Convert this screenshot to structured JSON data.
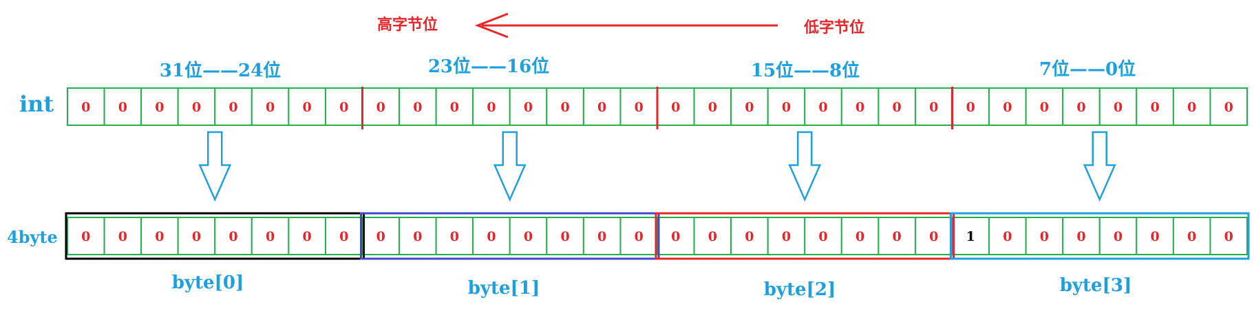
{
  "top": {
    "high_label": "高字节位",
    "low_label": "低字节位"
  },
  "int_row": {
    "label": "int",
    "groups": [
      "31位——24位",
      "23位——16位",
      "15位——8位",
      "7位——0位"
    ],
    "bits": [
      "0",
      "0",
      "0",
      "0",
      "0",
      "0",
      "0",
      "0",
      "0",
      "0",
      "0",
      "0",
      "0",
      "0",
      "0",
      "0",
      "0",
      "0",
      "0",
      "0",
      "0",
      "0",
      "0",
      "0",
      "0",
      "0",
      "0",
      "0",
      "0",
      "0",
      "0",
      "0"
    ]
  },
  "byte_row": {
    "label": "4byte",
    "bits": [
      "0",
      "0",
      "0",
      "0",
      "0",
      "0",
      "0",
      "0",
      "0",
      "0",
      "0",
      "0",
      "0",
      "0",
      "0",
      "0",
      "0",
      "0",
      "0",
      "0",
      "0",
      "0",
      "0",
      "0",
      "1",
      "0",
      "0",
      "0",
      "0",
      "0",
      "0",
      "0"
    ],
    "bytes": [
      "byte[0]",
      "byte[1]",
      "byte[2]",
      "byte[3]"
    ]
  },
  "colors": {
    "cell_border": "#22b14c",
    "divider": "#e8262a",
    "bit_text": "#e8262a",
    "set_bit_text": "#000000",
    "accent": "#1fa0de",
    "byte0_border": "#000000",
    "byte1_border": "#3f48cc",
    "byte2_border": "#e8262a",
    "byte3_border": "#1fa0de"
  }
}
